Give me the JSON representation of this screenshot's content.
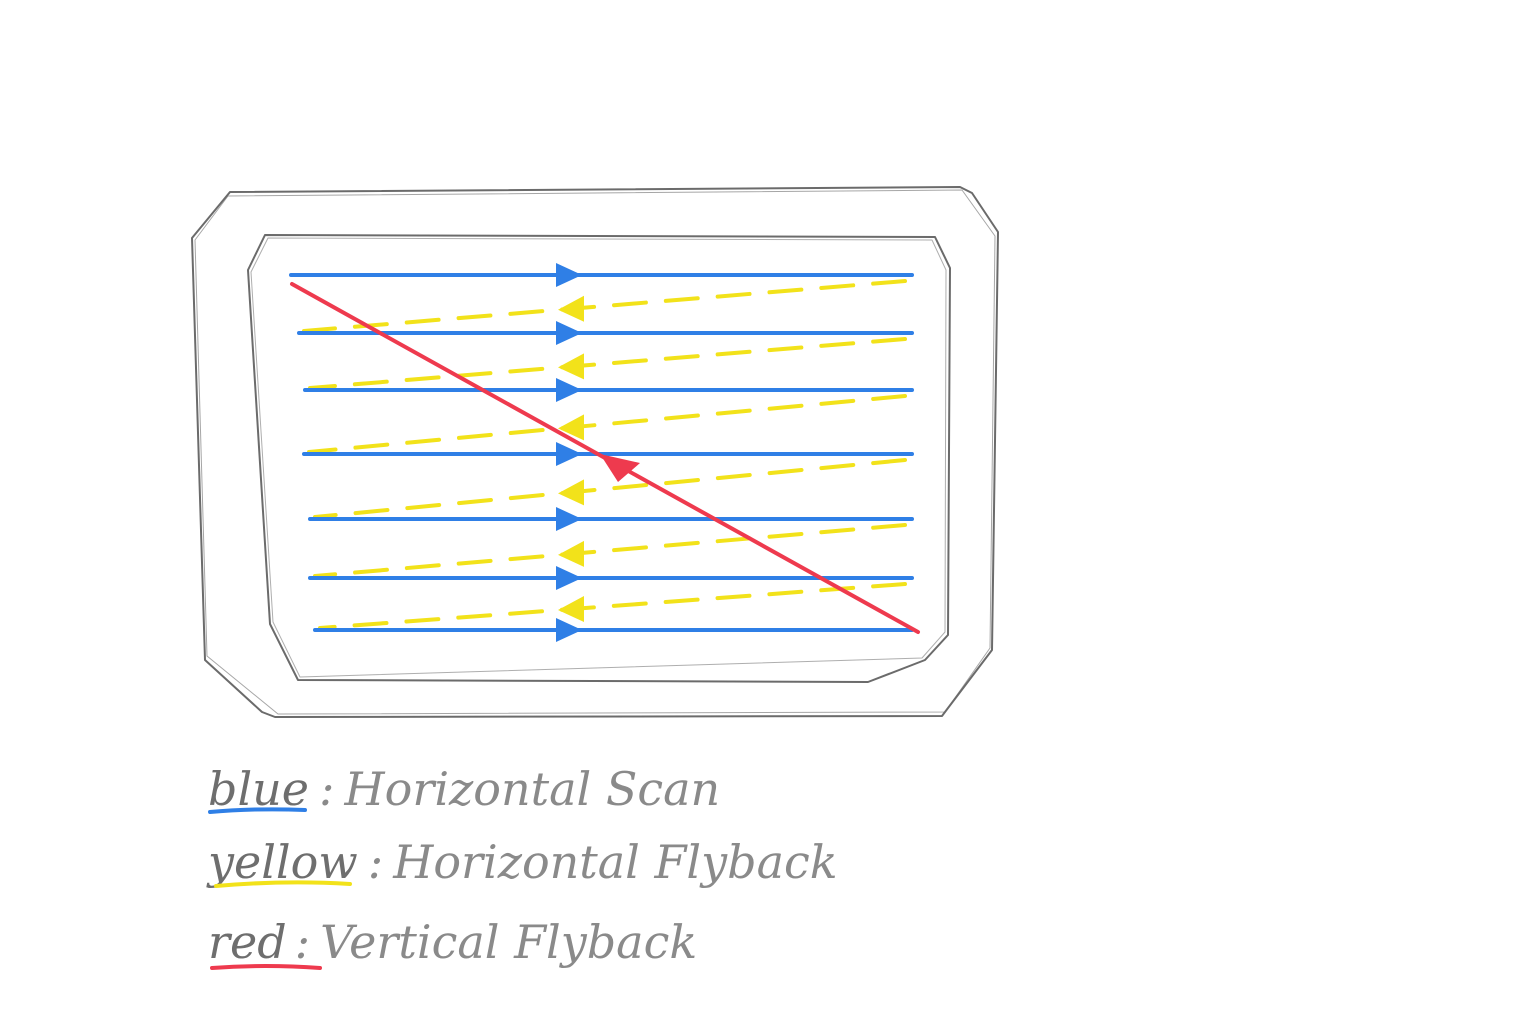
{
  "colors": {
    "scan": "#2f7fe6",
    "horizontal_flyback": "#f2e21a",
    "vertical_flyback": "#ee3a4e",
    "outline": "#6b6b6b",
    "text": "#8a8a8a"
  },
  "scan_lines": 7,
  "legend": [
    {
      "key": "blue",
      "separator": ":",
      "description": "Horizontal Scan",
      "color": "#2f7fe6"
    },
    {
      "key": "yellow",
      "separator": ":",
      "description": "Horizontal Flyback",
      "color": "#f2e21a"
    },
    {
      "key": "red",
      "separator": ":",
      "description": "Vertical Flyback",
      "color": "#ee3a4e"
    }
  ]
}
